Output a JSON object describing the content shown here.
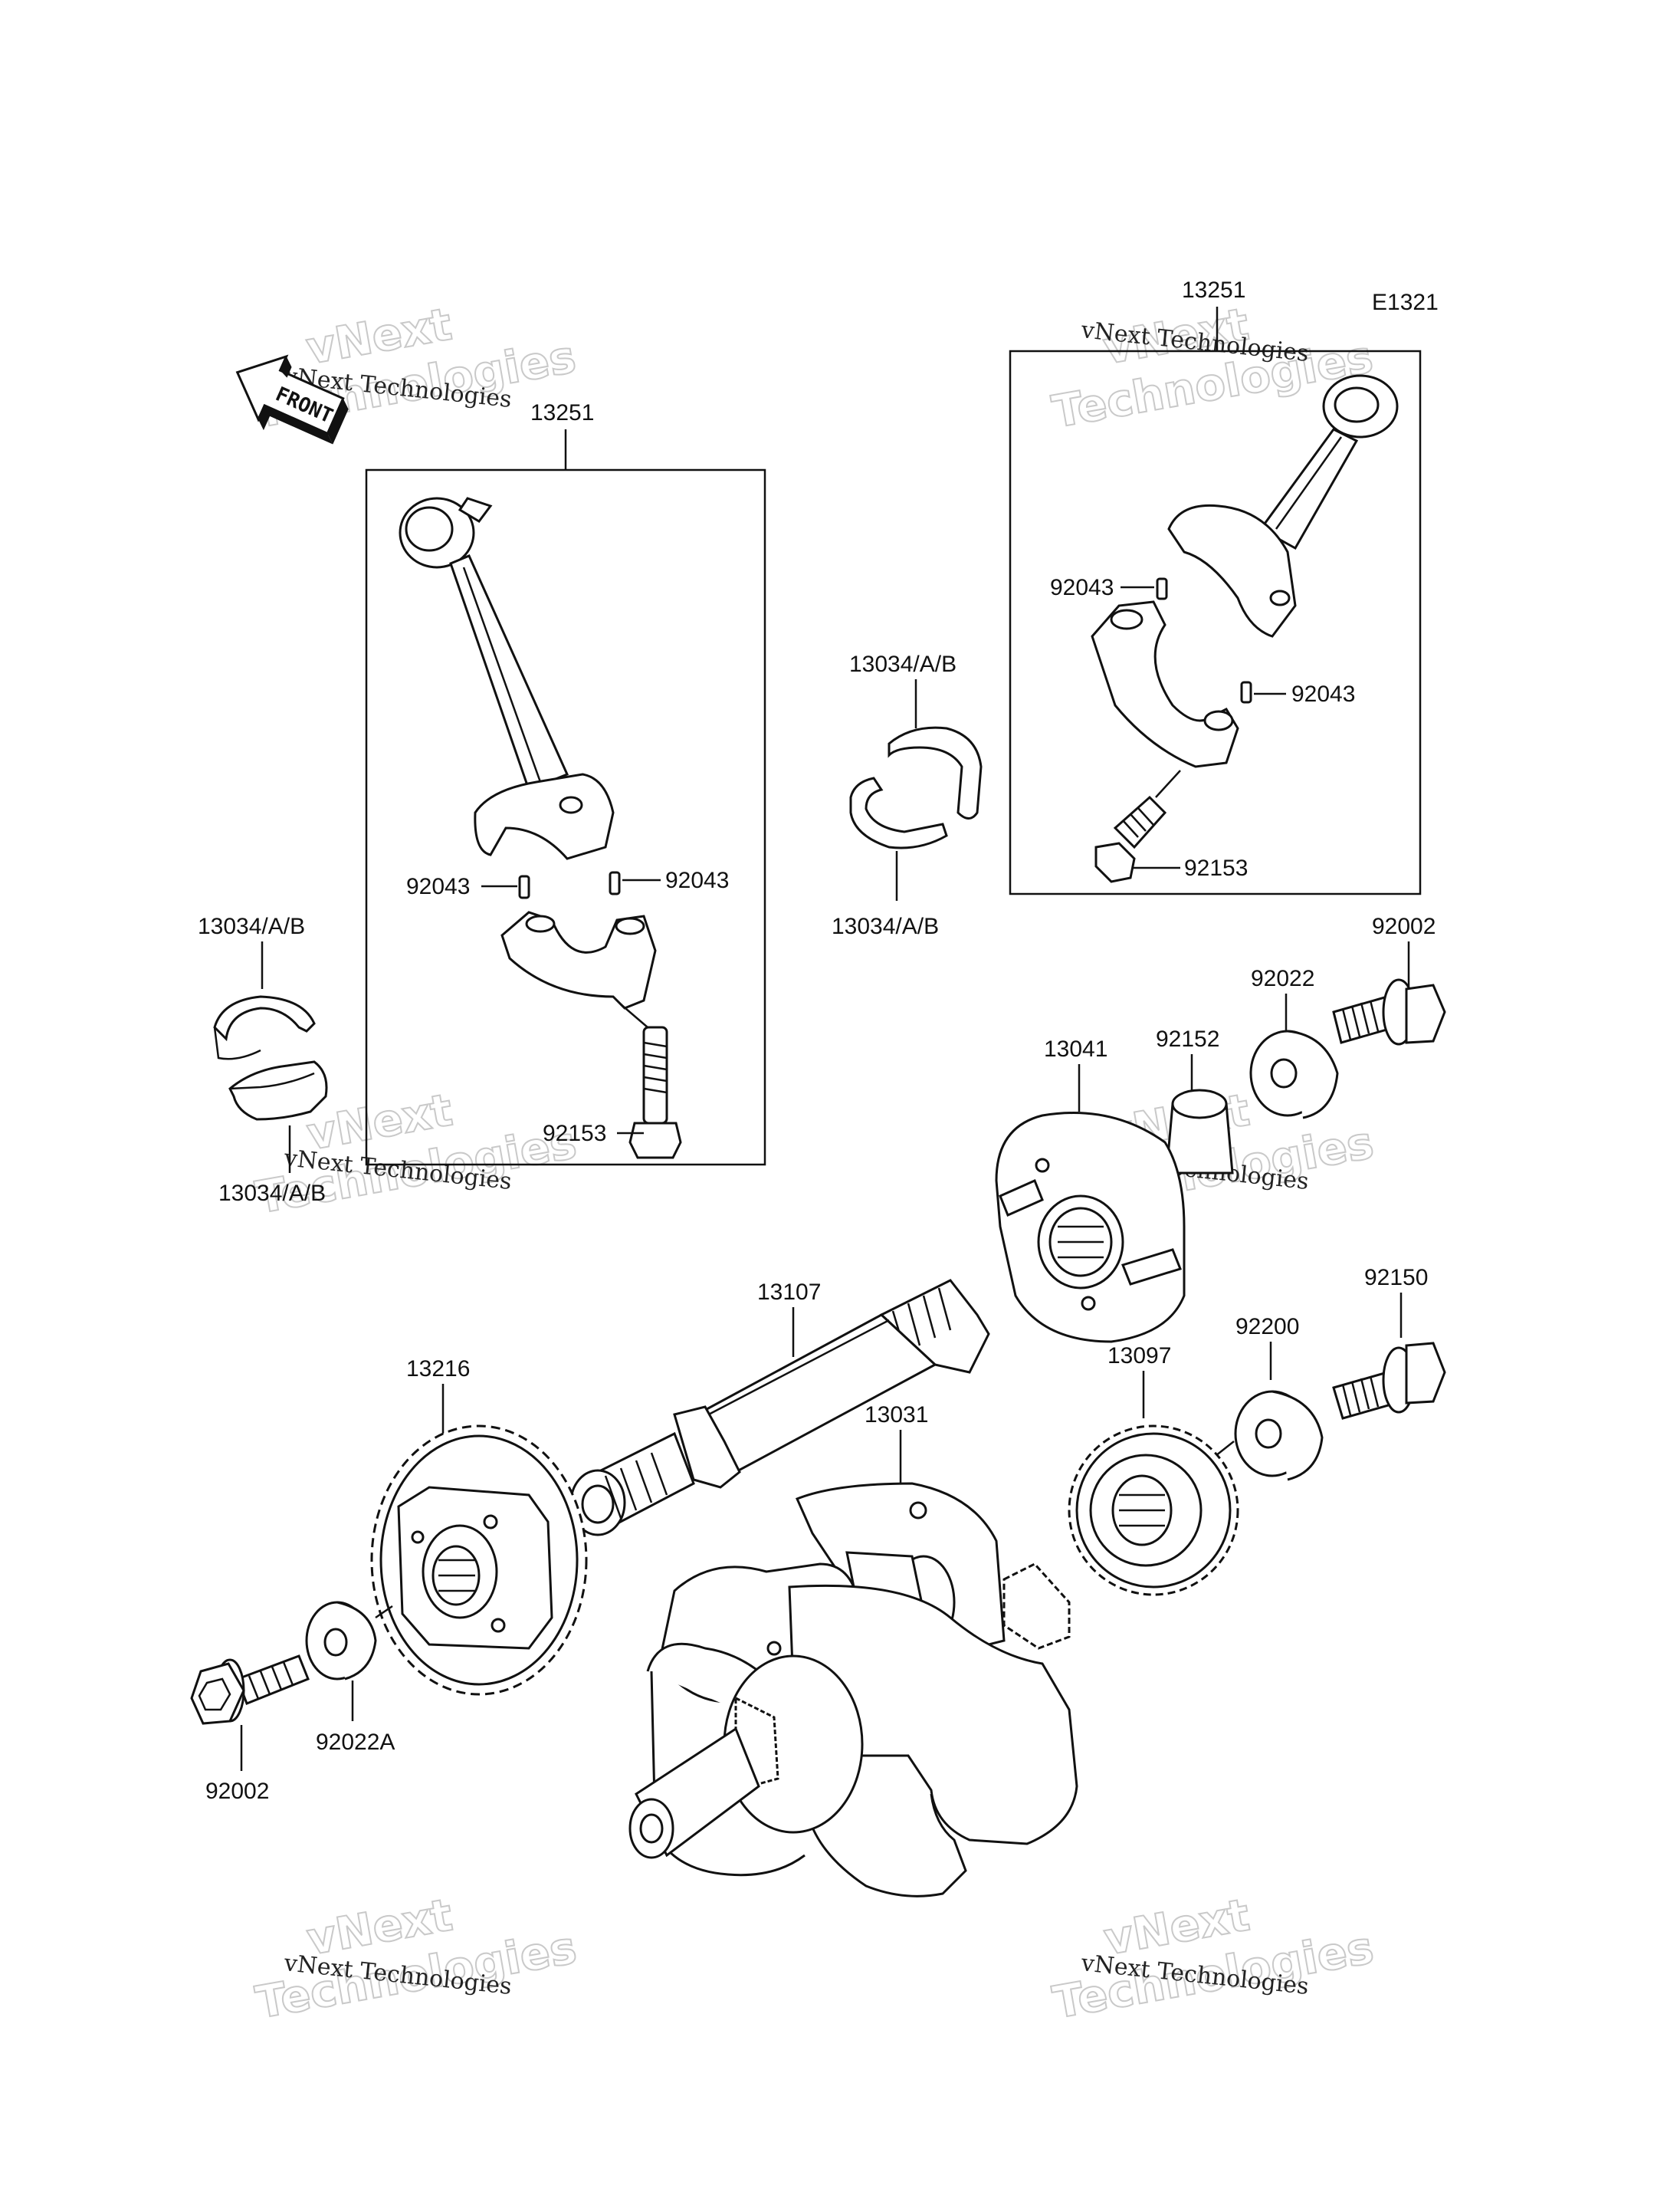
{
  "diagram_code": "E1321",
  "front_label": "FRONT",
  "watermark": {
    "line1": "vNext",
    "line2": "Technologies",
    "small": "vNext Technologies"
  },
  "labels": {
    "p13251_left": "13251",
    "p13251_right": "13251",
    "p13034_center_top": "13034/A/B",
    "p13034_center_bottom": "13034/A/B",
    "p13034_left_top": "13034/A/B",
    "p13034_left_bottom": "13034/A/B",
    "p92043_left_a": "92043",
    "p92043_left_b": "92043",
    "p92043_right_a": "92043",
    "p92043_right_b": "92043",
    "p92153_left": "92153",
    "p92153_right": "92153",
    "p92002_top": "92002",
    "p92022": "92022",
    "p92152": "92152",
    "p13041": "13041",
    "p13107": "13107",
    "p92150": "92150",
    "p92200": "92200",
    "p13097": "13097",
    "p13216": "13216",
    "p13031": "13031",
    "p92022A": "92022A",
    "p92002_bottom": "92002"
  }
}
